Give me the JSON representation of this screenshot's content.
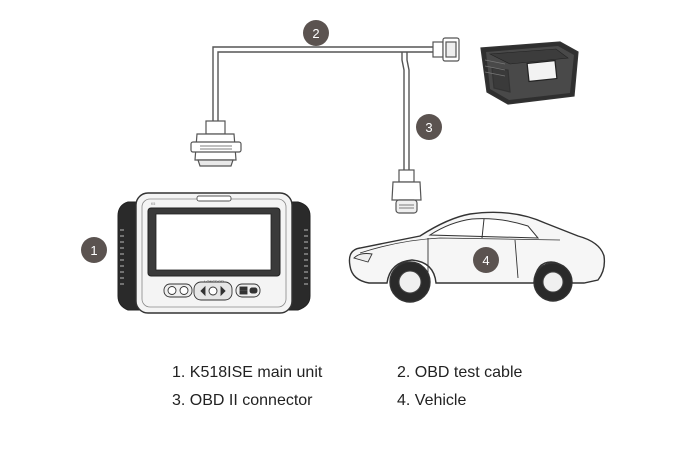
{
  "colors": {
    "line": "#555555",
    "badge": "#5b5350",
    "badge_text": "#ffffff",
    "screen": "#ffffff",
    "device_body": "#f4f4f4"
  },
  "callouts": [
    {
      "number": "1"
    },
    {
      "number": "2"
    },
    {
      "number": "3"
    },
    {
      "number": "4"
    }
  ],
  "device": {
    "brand_label": "LONSDOR",
    "model_tag": "K5"
  },
  "legend": [
    {
      "label": "1. K518ISE main unit"
    },
    {
      "label": "2. OBD test cable"
    },
    {
      "label": "3. OBD II connector"
    },
    {
      "label": "4. Vehicle"
    }
  ]
}
